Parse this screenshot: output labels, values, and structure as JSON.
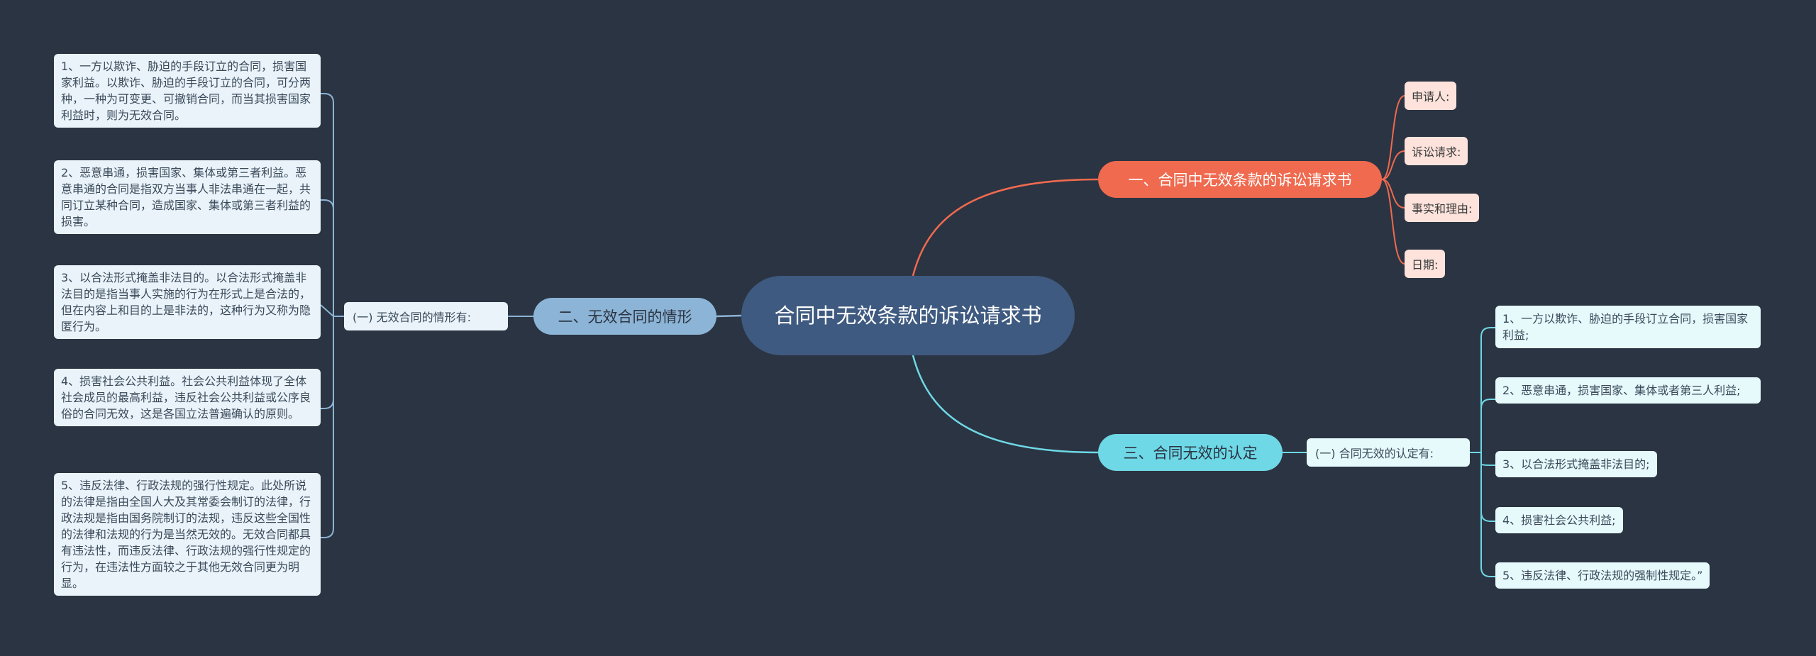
{
  "center": {
    "title": "合同中无效条款的诉讼请求书"
  },
  "branch1": {
    "label": "一、合同中无效条款的诉讼请求书",
    "items": [
      "申请人:",
      "诉讼请求:",
      "事实和理由:",
      "日期:"
    ]
  },
  "branch2": {
    "label": "二、无效合同的情形",
    "sub": "(一) 无效合同的情形有:",
    "items": [
      "1、一方以欺诈、胁迫的手段订立的合同，损害国家利益。以欺诈、胁迫的手段订立的合同，可分两种，一种为可变更、可撤销合同，而当其损害国家利益时，则为无效合同。",
      "2、恶意串通，损害国家、集体或第三者利益。恶意串通的合同是指双方当事人非法串通在一起，共同订立某种合同，造成国家、集体或第三者利益的损害。",
      "3、以合法形式掩盖非法目的。以合法形式掩盖非法目的是指当事人实施的行为在形式上是合法的，但在内容上和目的上是非法的，这种行为又称为隐匿行为。",
      "4、损害社会公共利益。社会公共利益体现了全体社会成员的最高利益，违反社会公共利益或公序良俗的合同无效，这是各国立法普遍确认的原则。",
      "5、违反法律、行政法规的强行性规定。此处所说的法律是指由全国人大及其常委会制订的法律，行政法规是指由国务院制订的法规，违反这些全国性的法律和法规的行为是当然无效的。无效合同都具有违法性，而违反法律、行政法规的强行性规定的行为，在违法性方面较之于其他无效合同更为明显。"
    ]
  },
  "branch3": {
    "label": "三、合同无效的认定",
    "sub": "(一) 合同无效的认定有:",
    "items": [
      "1、一方以欺诈、胁迫的手段订立合同，损害国家利益;",
      "2、恶意串通，损害国家、集体或者第三人利益;",
      "3、以合法形式掩盖非法目的;",
      "4、损害社会公共利益;",
      "5、违反法律、行政法规的强制性规定。”"
    ]
  },
  "colors": {
    "background": "#2b3442",
    "center": "#3f5a80",
    "branch1": "#ef6a4f",
    "branch2": "#8cb4d6",
    "branch3": "#6ed8e6"
  }
}
